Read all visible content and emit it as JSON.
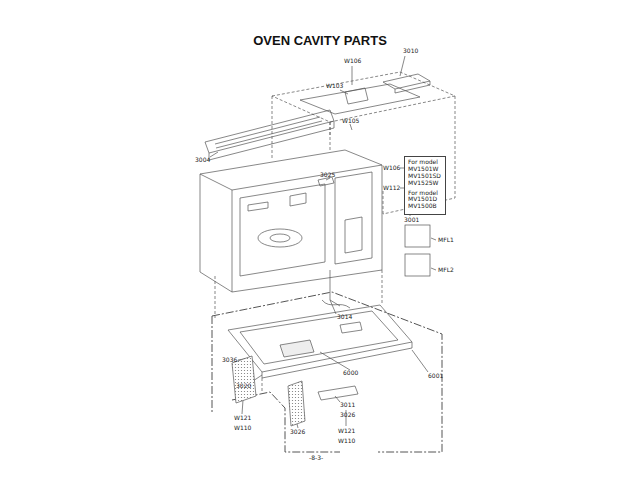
{
  "diagram": {
    "title": "OVEN CAVITY PARTS",
    "nodes": [
      {
        "text": [
          "For model MV1501W MV1501SD MV1525W",
          "For model MV1501D MV1500B"
        ]
      }
    ],
    "edges": [],
    "labels": [
      "W106",
      "3010",
      "W103",
      "W105",
      "3004",
      "3025",
      "W106",
      "W112",
      "3001",
      "MFL1",
      "MFL2",
      "3014",
      "3036",
      "3020",
      "6000",
      "6001",
      "3011",
      "3026",
      "W121",
      "W110",
      "3026",
      "W121",
      "W110",
      "-8-3-"
    ]
  }
}
